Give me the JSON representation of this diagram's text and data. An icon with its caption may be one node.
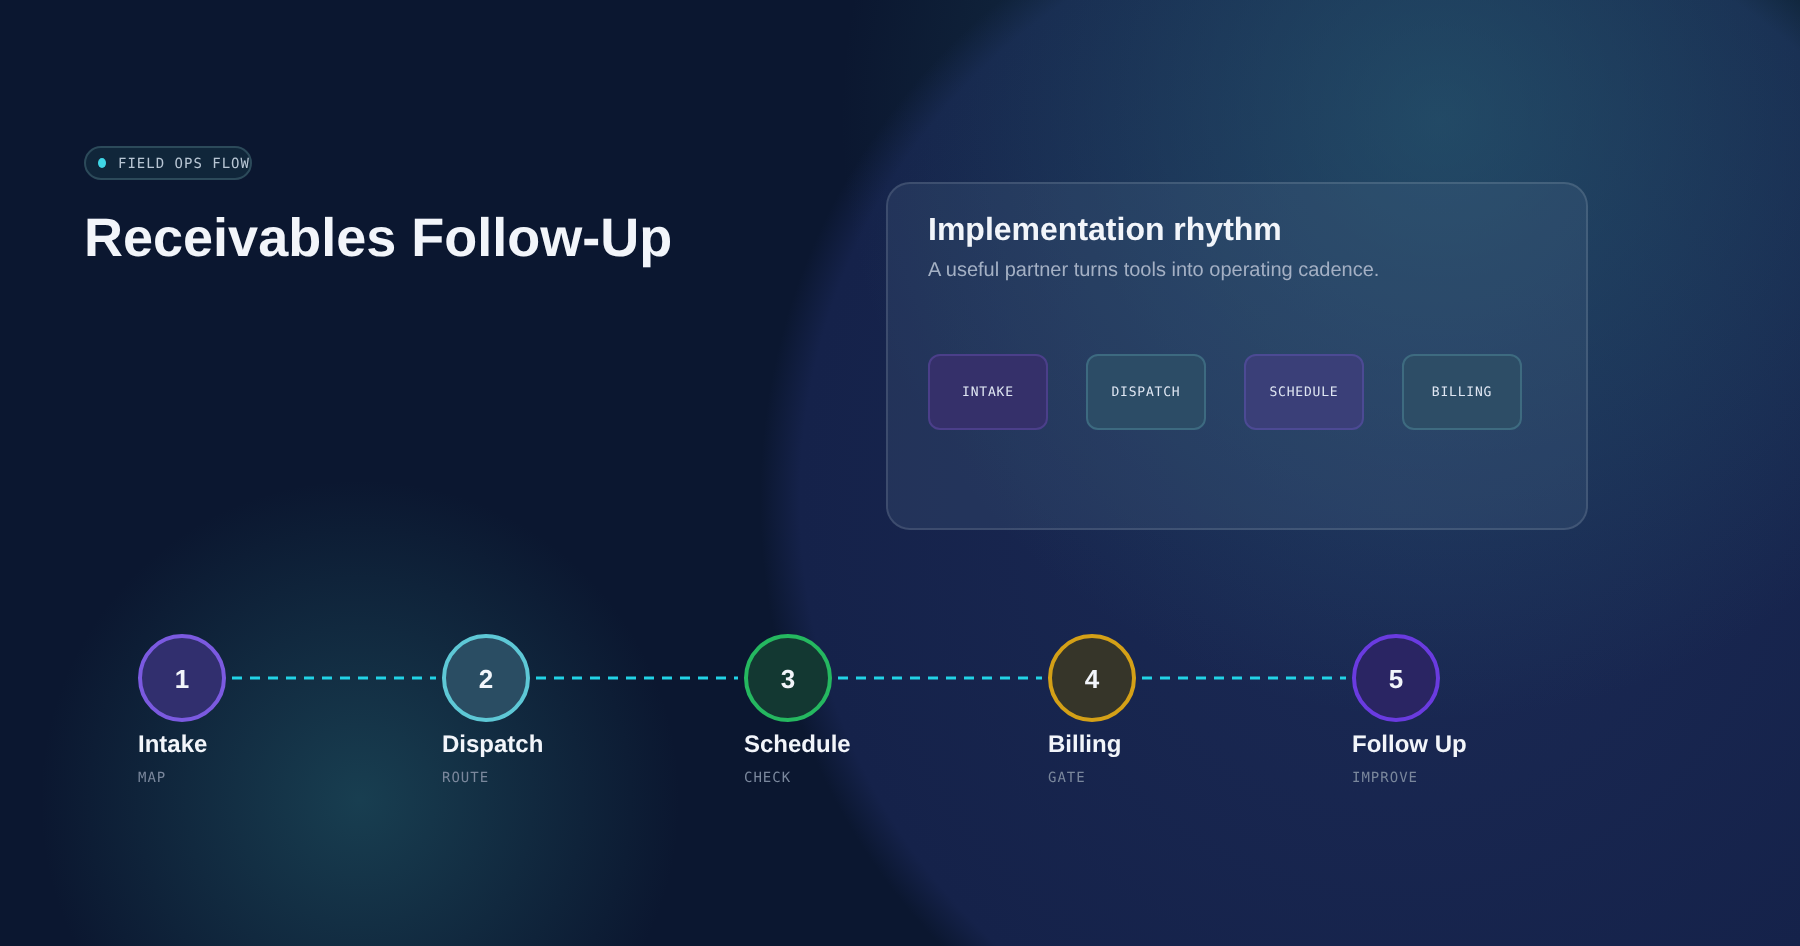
{
  "diagram": {
    "title": "Receivables Follow-Up",
    "nodes": [
      {
        "text": [
          "FIELD OPS FLOW"
        ]
      },
      {
        "text": [
          "Implementation rhythm",
          "A useful partner turns tools into operating cadence."
        ]
      },
      {
        "text": [
          "INTAKE"
        ],
        "in": 1
      },
      {
        "text": [
          "DISPATCH"
        ],
        "in": 1
      },
      {
        "text": [
          "SCHEDULE"
        ],
        "in": 1
      },
      {
        "text": [
          "BILLING"
        ],
        "in": 1
      },
      {
        "text": [
          "1"
        ],
        "beside": [
          "Intake",
          "MAP"
        ]
      },
      {
        "text": [
          "2"
        ],
        "beside": [
          "Dispatch",
          "ROUTE"
        ]
      },
      {
        "text": [
          "3"
        ],
        "beside": [
          "Schedule",
          "CHECK"
        ]
      },
      {
        "text": [
          "4"
        ],
        "beside": [
          "Billing",
          "GATE"
        ]
      },
      {
        "text": [
          "5"
        ],
        "beside": [
          "Follow Up",
          "IMPROVE"
        ]
      }
    ],
    "edges": [
      {
        "from": 6,
        "to": 7,
        "arrow": "none",
        "style": "dashed"
      },
      {
        "from": 7,
        "to": 8,
        "arrow": "none",
        "style": "dashed"
      },
      {
        "from": 8,
        "to": 9,
        "arrow": "none",
        "style": "dashed"
      },
      {
        "from": 9,
        "to": 10,
        "arrow": "none",
        "style": "dashed"
      }
    ]
  }
}
